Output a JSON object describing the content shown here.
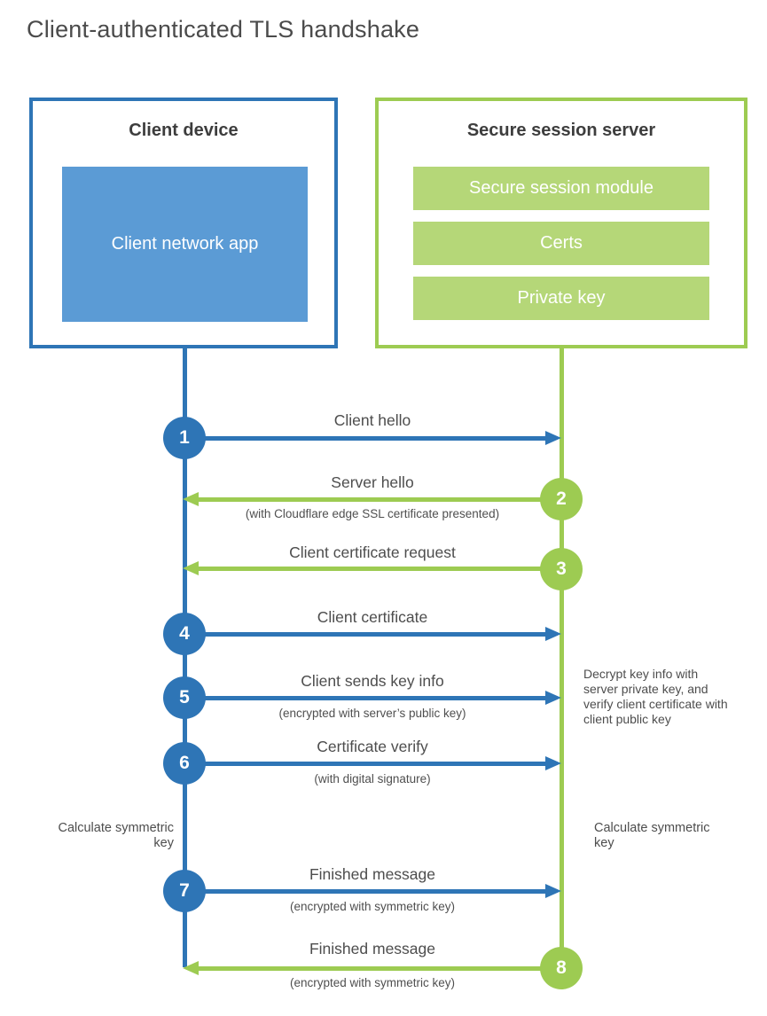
{
  "title": "Client-authenticated TLS handshake",
  "colors": {
    "blue": "#2e75b6",
    "blue_fill": "#5b9bd5",
    "green": "#9dcb52",
    "green_fill": "#b5d778",
    "label_text": "#4d4d4d"
  },
  "client_box": {
    "title": "Client device",
    "app_label": "Client network app"
  },
  "server_box": {
    "title": "Secure session server",
    "modules": [
      "Secure session module",
      "Certs",
      "Private key"
    ]
  },
  "flows": [
    {
      "step": "1",
      "label": "Client hello",
      "sublabel": "",
      "direction": "right",
      "color": "blue"
    },
    {
      "step": "2",
      "label": "Server hello",
      "sublabel": "(with Cloudflare edge SSL certificate presented)",
      "direction": "left",
      "color": "green"
    },
    {
      "step": "3",
      "label": "Client certificate request",
      "sublabel": "",
      "direction": "left",
      "color": "green"
    },
    {
      "step": "4",
      "label": "Client certificate",
      "sublabel": "",
      "direction": "right",
      "color": "blue"
    },
    {
      "step": "5",
      "label": "Client sends key info",
      "sublabel": "(encrypted with server’s public key)",
      "direction": "right",
      "color": "blue"
    },
    {
      "step": "6",
      "label": "Certificate verify",
      "sublabel": "(with digital signature)",
      "direction": "right",
      "color": "blue"
    },
    {
      "step": "7",
      "label": "Finished message",
      "sublabel": "(encrypted with symmetric key)",
      "direction": "right",
      "color": "blue"
    },
    {
      "step": "8",
      "label": "Finished message",
      "sublabel": "(encrypted with symmetric key)",
      "direction": "left",
      "color": "green"
    }
  ],
  "annotations": {
    "decrypt_note": "Decrypt key info with server private key, and verify client certificate with client public key",
    "calculate_left": "Calculate symmetric key",
    "calculate_right": "Calculate symmetric key"
  }
}
